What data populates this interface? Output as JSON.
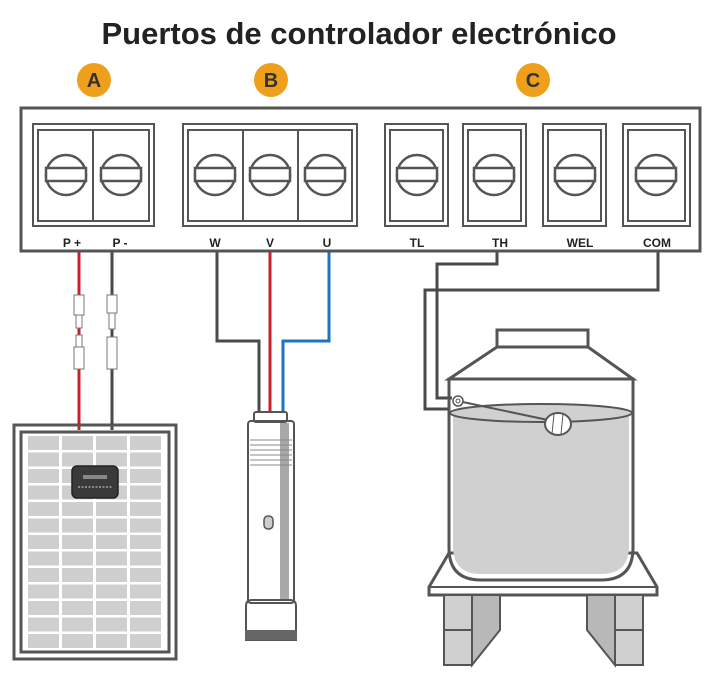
{
  "title": "Puertos de controlador electrónico",
  "badges": [
    "A",
    "B",
    "C"
  ],
  "ports": {
    "p_plus": "P +",
    "p_minus": "P -",
    "w": "W",
    "v": "V",
    "u": "U",
    "tl": "TL",
    "th": "TH",
    "wel": "WEL",
    "com": "COM"
  },
  "colors": {
    "badge": "#EE9F1C",
    "wire_red": "#C8202F",
    "wire_dark": "#4A4A4A",
    "wire_blue": "#1F73BE",
    "outline": "#555555",
    "fill_grey": "#CFCFCF"
  }
}
